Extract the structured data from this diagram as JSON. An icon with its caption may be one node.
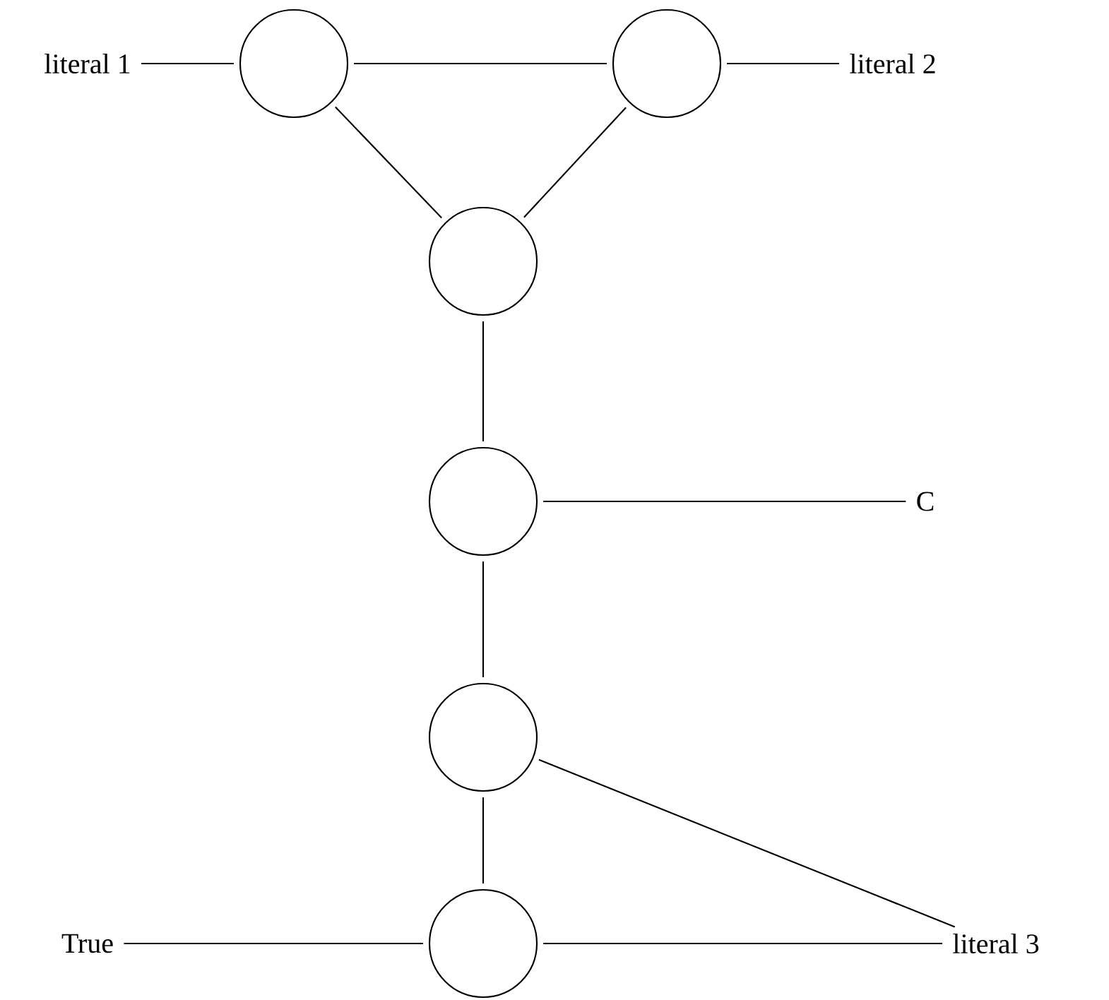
{
  "diagram": {
    "nodes": [
      {
        "text": [
          "literal 1"
        ]
      },
      {
        "text": [],
        "shape": "circle"
      },
      {
        "text": [],
        "shape": "circle"
      },
      {
        "text": [
          "literal 2"
        ]
      },
      {
        "text": [],
        "shape": "circle"
      },
      {
        "text": [],
        "shape": "circle"
      },
      {
        "text": [
          "C"
        ]
      },
      {
        "text": [],
        "shape": "circle"
      },
      {
        "text": [
          "True"
        ]
      },
      {
        "text": [],
        "shape": "circle"
      },
      {
        "text": [
          "literal 3"
        ]
      }
    ],
    "edges": [
      {
        "from": 0,
        "to": 1,
        "arrow": "none"
      },
      {
        "from": 1,
        "to": 2,
        "arrow": "none"
      },
      {
        "from": 2,
        "to": 3,
        "arrow": "none"
      },
      {
        "from": 1,
        "to": 4,
        "arrow": "none"
      },
      {
        "from": 2,
        "to": 4,
        "arrow": "none"
      },
      {
        "from": 4,
        "to": 5,
        "arrow": "none"
      },
      {
        "from": 5,
        "to": 6,
        "arrow": "none"
      },
      {
        "from": 5,
        "to": 7,
        "arrow": "none"
      },
      {
        "from": 7,
        "to": 9,
        "arrow": "none"
      },
      {
        "from": 8,
        "to": 9,
        "arrow": "none"
      },
      {
        "from": 7,
        "to": 10,
        "arrow": "none"
      },
      {
        "from": 9,
        "to": 10,
        "arrow": "none"
      }
    ]
  }
}
